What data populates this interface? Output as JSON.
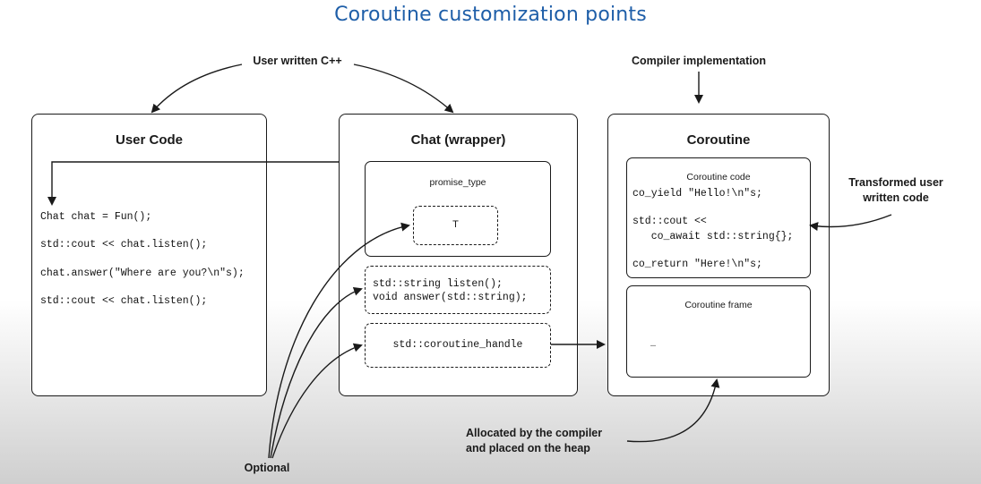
{
  "title": "Coroutine customization points",
  "notes": {
    "user_written": "User written C++",
    "compiler_impl": "Compiler implementation",
    "transformed_1": "Transformed user",
    "transformed_2": "written code",
    "allocated_1": "Allocated by the compiler",
    "allocated_2": "and placed on the heap",
    "optional": "Optional"
  },
  "user_code": {
    "title": "User Code",
    "lines": [
      "Chat chat = Fun();",
      "std::cout << chat.listen();",
      "chat.answer(\"Where are you?\\n\"s);",
      "std::cout << chat.listen();"
    ]
  },
  "chat": {
    "title": "Chat (wrapper)",
    "promise_label": "promise_type",
    "promise_param": "T",
    "methods": "std::string listen();\nvoid answer(std::string);",
    "handle": "std::coroutine_handle"
  },
  "coroutine": {
    "title": "Coroutine",
    "code_label": "Coroutine code",
    "code_lines": [
      "co_yield \"Hello!\\n\"s;",
      "",
      "std::cout <<",
      "   co_await std::string{};",
      "",
      "co_return \"Here!\\n\"s;"
    ],
    "frame_label": "Coroutine frame",
    "frame_content": "…"
  }
}
